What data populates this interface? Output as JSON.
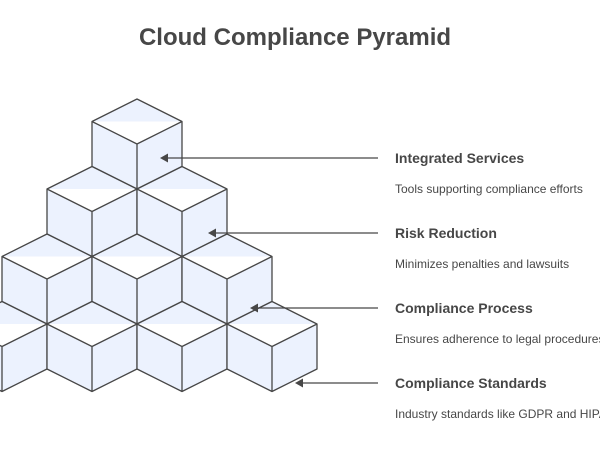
{
  "title": "Cloud Compliance Pyramid",
  "colors": {
    "cube_fill": "#ECF2FE",
    "stroke": "#474747",
    "text": "#474747"
  },
  "levels": [
    {
      "label": "Integrated Services",
      "description": "Tools supporting compliance efforts"
    },
    {
      "label": "Risk Reduction",
      "description": "Minimizes penalties and lawsuits"
    },
    {
      "label": "Compliance Process",
      "description": "Ensures adherence to legal procedures"
    },
    {
      "label": "Compliance Standards",
      "description": "Industry standards like GDPR and HIPAA"
    }
  ]
}
